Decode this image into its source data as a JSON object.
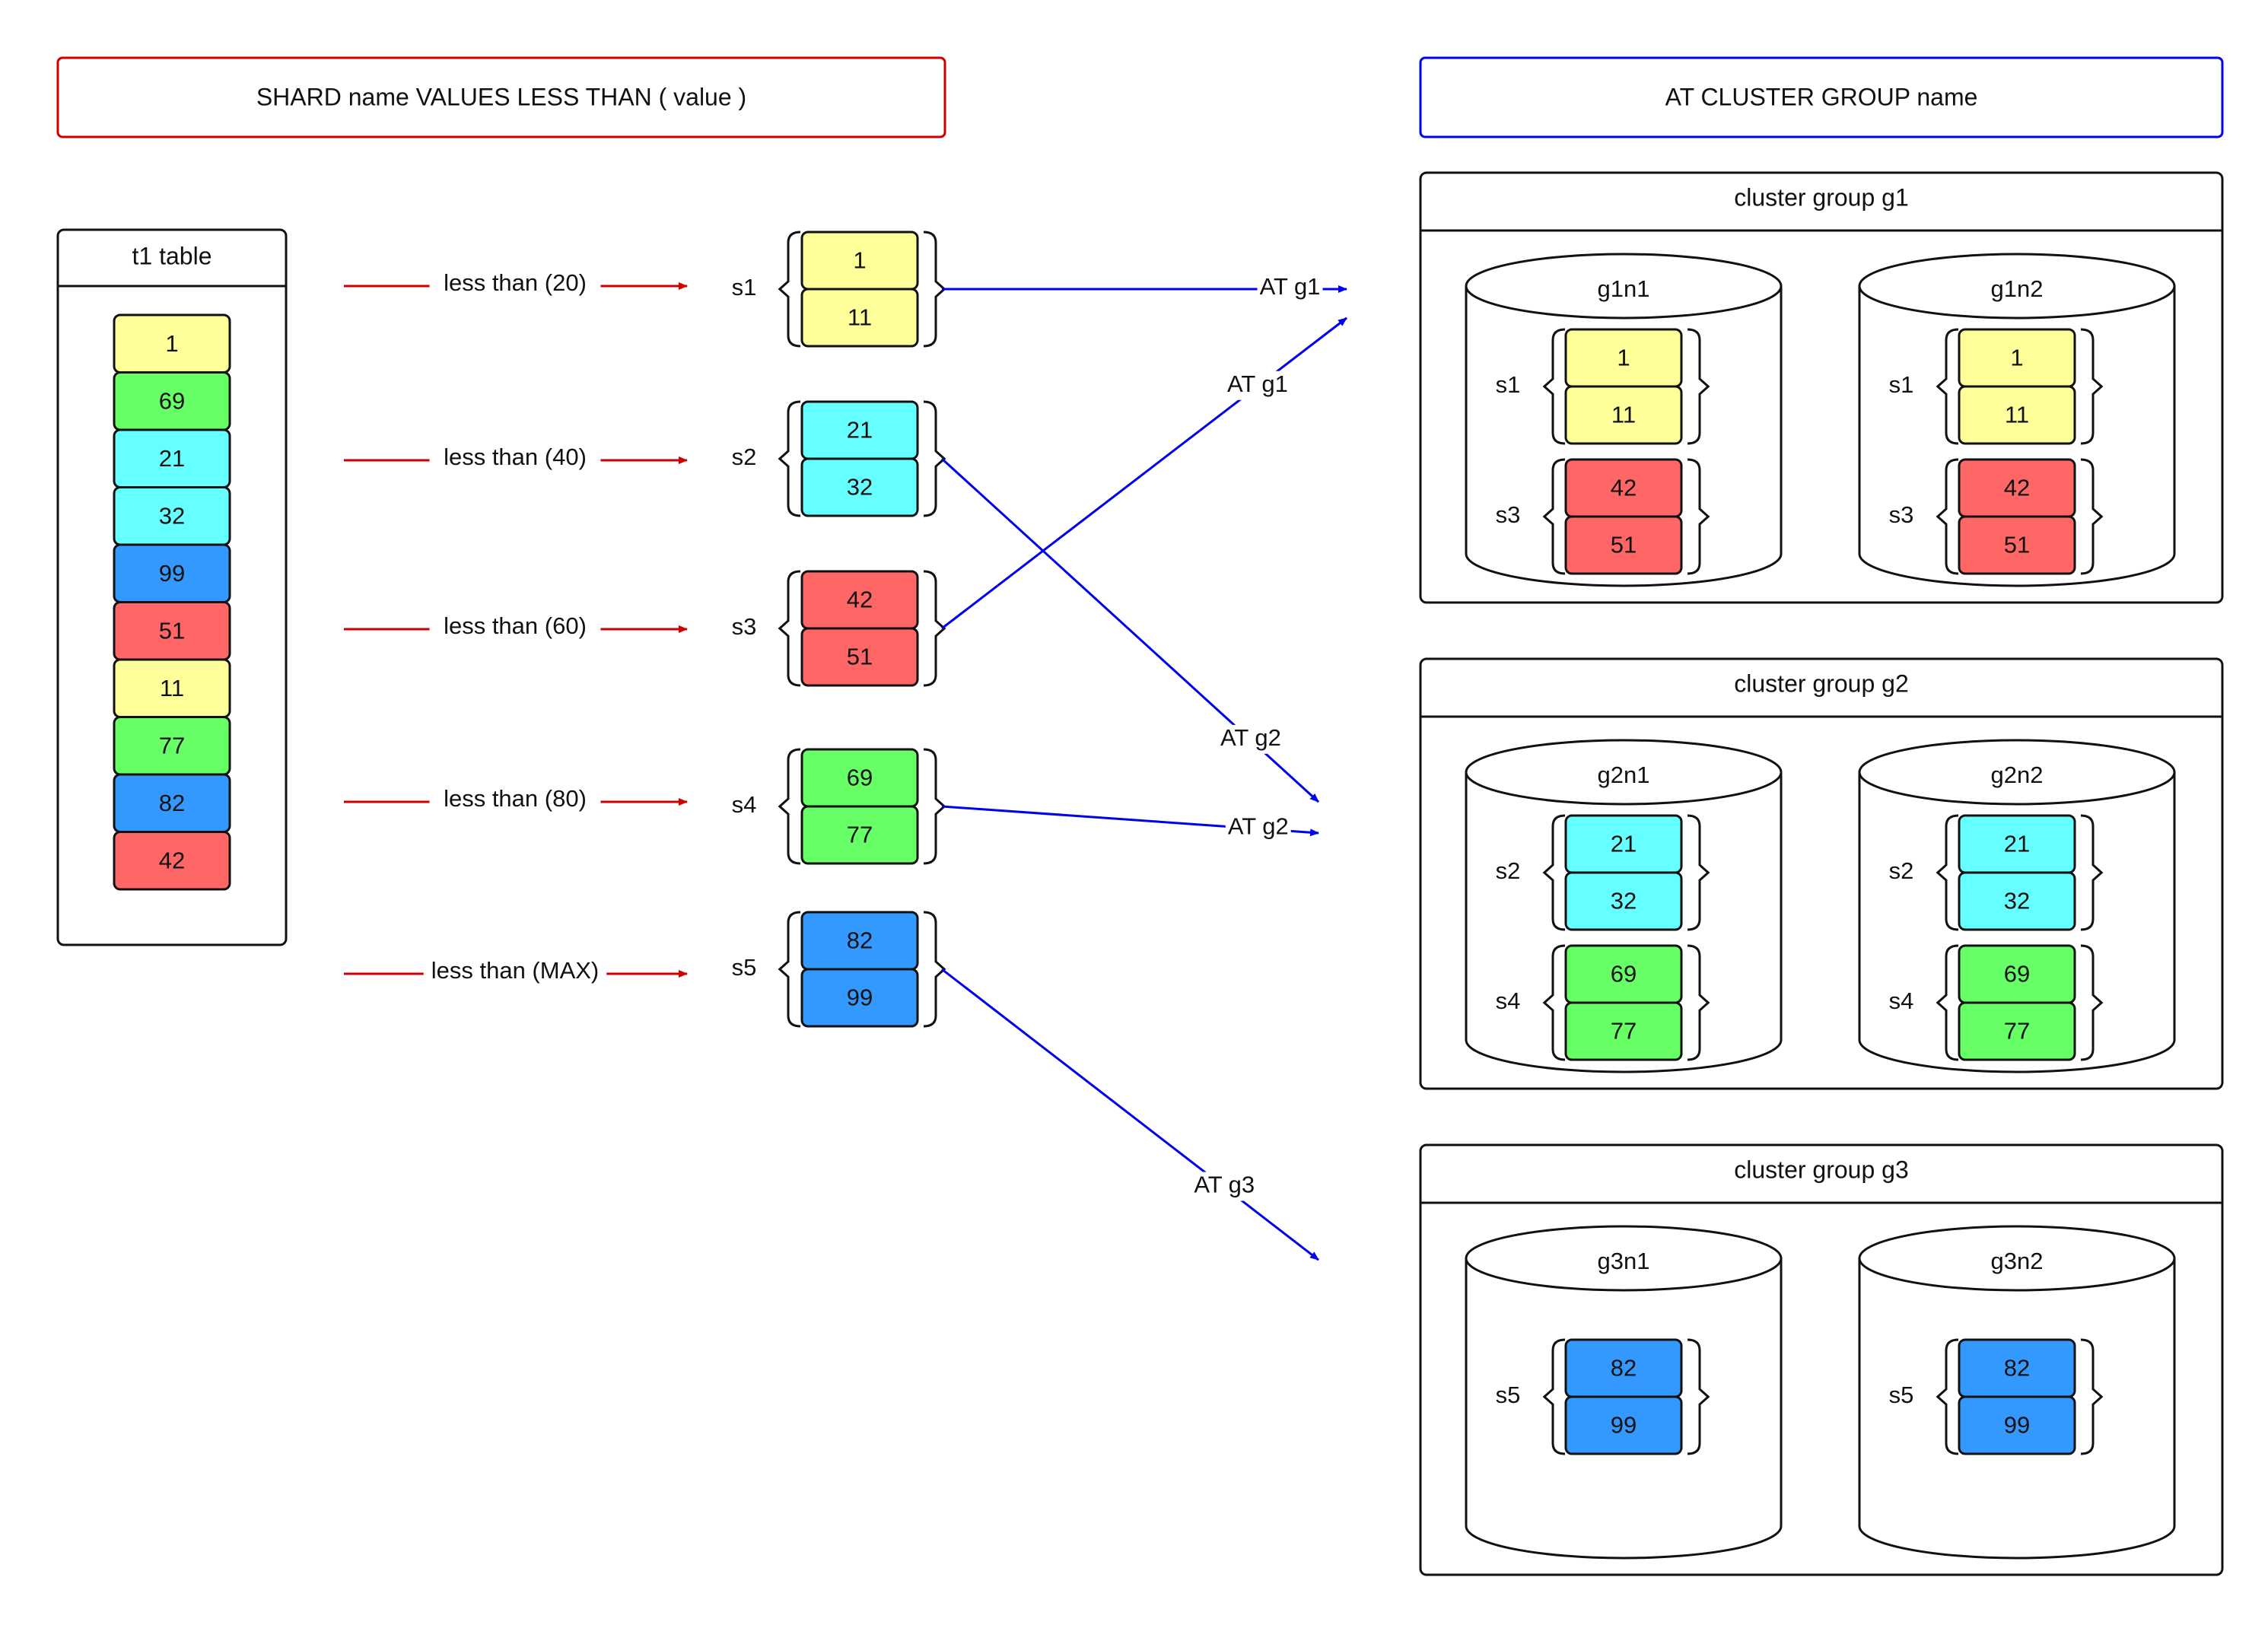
{
  "header": {
    "shard_syntax": "SHARD name VALUES LESS THAN ( value )",
    "cluster_syntax": "AT CLUSTER GROUP name"
  },
  "colors": {
    "yellow": "#FFFF99",
    "green": "#66FF66",
    "cyan": "#66FFFF",
    "blue": "#3399FF",
    "red": "#FF6666",
    "range_arrow": "#CC0000",
    "at_arrow": "#0000EE",
    "shard_box_border": "#CC0000",
    "cluster_box_border": "#0000EE"
  },
  "table": {
    "title": "t1 table",
    "rows": [
      {
        "value": "1",
        "color": "yellow"
      },
      {
        "value": "69",
        "color": "green"
      },
      {
        "value": "21",
        "color": "cyan"
      },
      {
        "value": "32",
        "color": "cyan"
      },
      {
        "value": "99",
        "color": "blue"
      },
      {
        "value": "51",
        "color": "red"
      },
      {
        "value": "11",
        "color": "yellow"
      },
      {
        "value": "77",
        "color": "green"
      },
      {
        "value": "82",
        "color": "blue"
      },
      {
        "value": "42",
        "color": "red"
      }
    ]
  },
  "ranges": [
    {
      "label": "less than (20)",
      "shard": "s1"
    },
    {
      "label": "less than (40)",
      "shard": "s2"
    },
    {
      "label": "less than (60)",
      "shard": "s3"
    },
    {
      "label": "less than (80)",
      "shard": "s4"
    },
    {
      "label": "less than (MAX)",
      "shard": "s5"
    }
  ],
  "shards": [
    {
      "name": "s1",
      "values": [
        "1",
        "11"
      ],
      "color": "yellow",
      "target": "g1",
      "at_label": "AT g1"
    },
    {
      "name": "s2",
      "values": [
        "21",
        "32"
      ],
      "color": "cyan",
      "target": "g2",
      "at_label": "AT g2"
    },
    {
      "name": "s3",
      "values": [
        "42",
        "51"
      ],
      "color": "red",
      "target": "g1",
      "at_label": "AT g1"
    },
    {
      "name": "s4",
      "values": [
        "69",
        "77"
      ],
      "color": "green",
      "target": "g2",
      "at_label": "AT g2"
    },
    {
      "name": "s5",
      "values": [
        "82",
        "99"
      ],
      "color": "blue",
      "target": "g3",
      "at_label": "AT g3"
    }
  ],
  "groups": [
    {
      "title": "cluster group g1",
      "nodes": [
        "g1n1",
        "g1n2"
      ],
      "shards": [
        "s1",
        "s3"
      ]
    },
    {
      "title": "cluster group g2",
      "nodes": [
        "g2n1",
        "g2n2"
      ],
      "shards": [
        "s2",
        "s4"
      ]
    },
    {
      "title": "cluster group g3",
      "nodes": [
        "g3n1",
        "g3n2"
      ],
      "shards": [
        "s5"
      ]
    }
  ]
}
